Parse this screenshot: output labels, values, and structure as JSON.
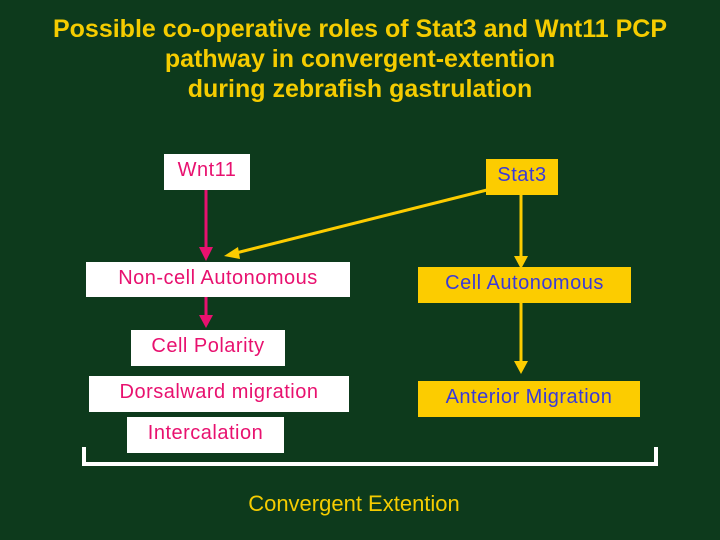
{
  "title": {
    "line1": "Possible co-operative roles of Stat3 and Wnt11 PCP",
    "line2": "pathway in convergent-extention",
    "line3": "during zebrafish gastrulation"
  },
  "left_column": {
    "source": "Wnt11",
    "steps": [
      "Non-cell Autonomous",
      "Cell Polarity",
      "Dorsalward migration",
      "Intercalation"
    ]
  },
  "right_column": {
    "source": "Stat3",
    "steps": [
      "Cell Autonomous",
      "Anterior Migration"
    ]
  },
  "footer": "Convergent Extention",
  "colors": {
    "background": "#0d3a1c",
    "title_text": "#f5cc00",
    "wnt11_text": "#e8116f",
    "stat3_box": "#fccc00",
    "stat3_text": "#3a3ad8"
  }
}
